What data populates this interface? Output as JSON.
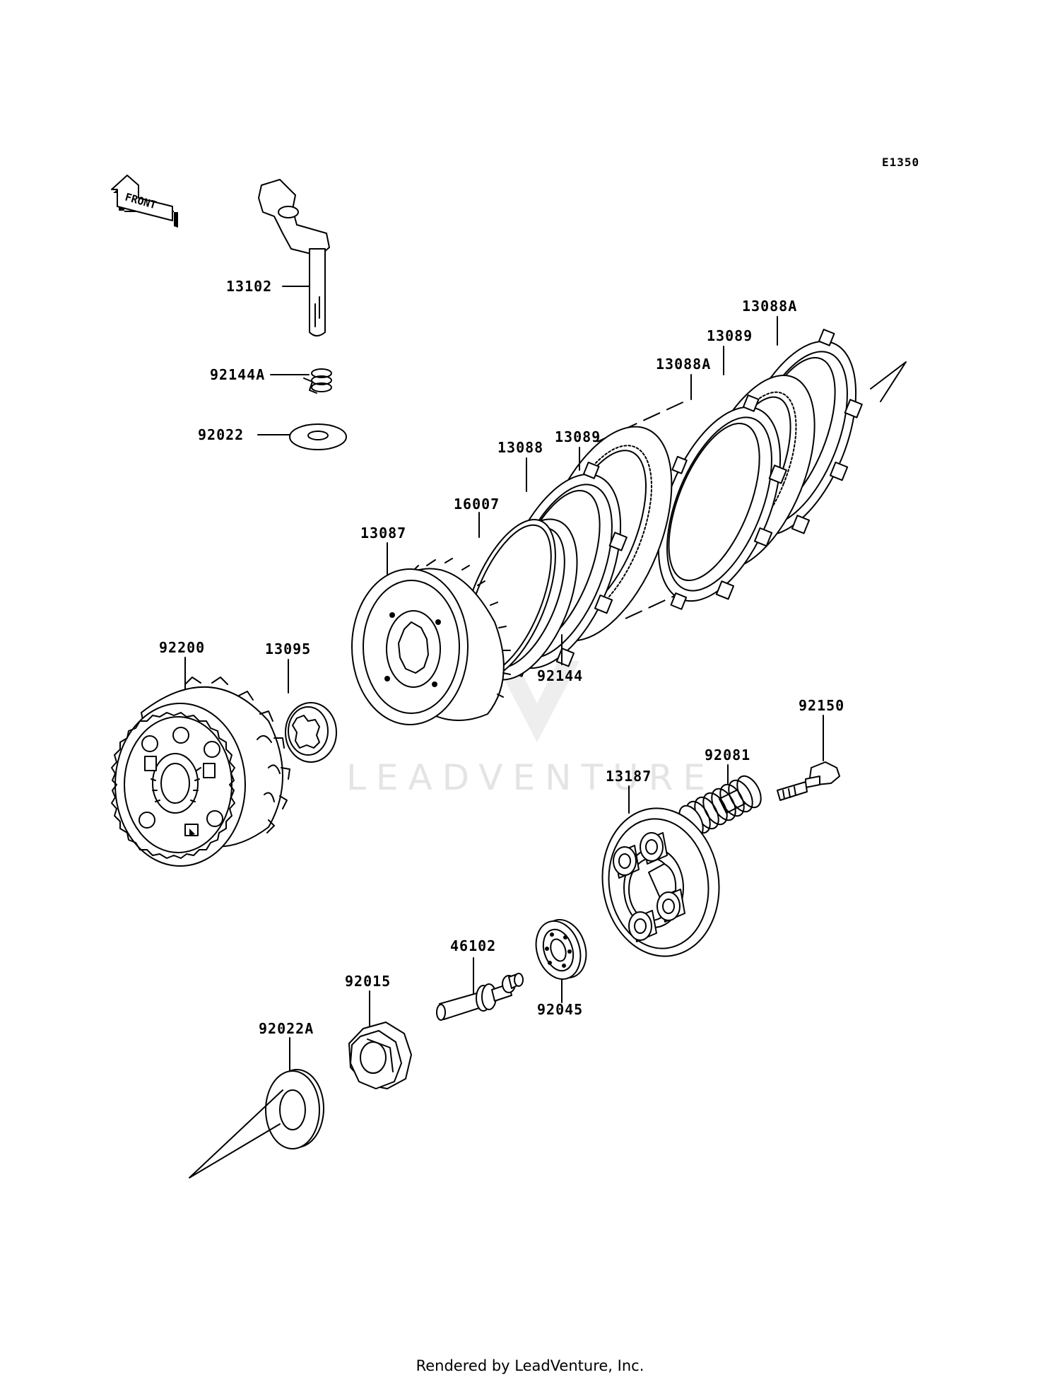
{
  "diagram_code": "E1350",
  "front_label": "FRONT",
  "watermark": "LEADVENTURE",
  "footer": "Rendered by LeadVenture, Inc.",
  "parts": [
    {
      "id": "p-13102",
      "label": "13102"
    },
    {
      "id": "p-92144A",
      "label": "92144A"
    },
    {
      "id": "p-92022",
      "label": "92022"
    },
    {
      "id": "p-13088A-1",
      "label": "13088A"
    },
    {
      "id": "p-13089-1",
      "label": "13089"
    },
    {
      "id": "p-13088A-2",
      "label": "13088A"
    },
    {
      "id": "p-13089-2",
      "label": "13089"
    },
    {
      "id": "p-13088",
      "label": "13088"
    },
    {
      "id": "p-16007",
      "label": "16007"
    },
    {
      "id": "p-13087",
      "label": "13087"
    },
    {
      "id": "p-92144",
      "label": "92144"
    },
    {
      "id": "p-13095",
      "label": "13095"
    },
    {
      "id": "p-92200",
      "label": "92200"
    },
    {
      "id": "p-92150",
      "label": "92150"
    },
    {
      "id": "p-92081",
      "label": "92081"
    },
    {
      "id": "p-13187",
      "label": "13187"
    },
    {
      "id": "p-46102",
      "label": "46102"
    },
    {
      "id": "p-92015",
      "label": "92015"
    },
    {
      "id": "p-92045",
      "label": "92045"
    },
    {
      "id": "p-92022A",
      "label": "92022A"
    }
  ]
}
